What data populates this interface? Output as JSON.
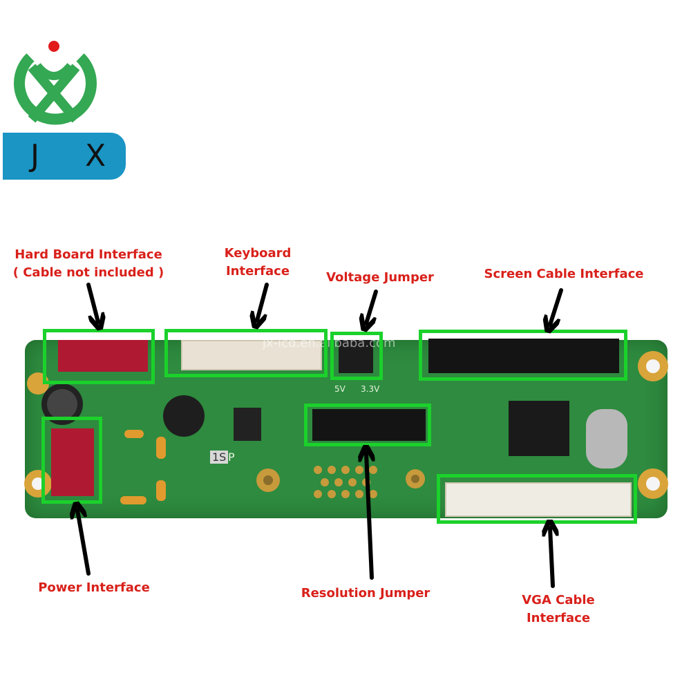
{
  "logo": {
    "text": "J X",
    "colors": {
      "ring": "#34a853",
      "dot": "#e11a1a",
      "bar": "#1a95c4"
    }
  },
  "watermark": "jx-lcd.en.alibaba.com",
  "board": {
    "silkscreen": {
      "v5": "5V",
      "v33": "3.3V",
      "chip_mark": "1S",
      "p_mark": "P"
    }
  },
  "callouts": {
    "hard_board": {
      "line1": "Hard Board Interface",
      "line2": "( Cable not included )"
    },
    "keyboard": {
      "line1": "Keyboard",
      "line2": "Interface"
    },
    "voltage": {
      "line1": "Voltage Jumper"
    },
    "screen": {
      "line1": "Screen Cable Interface"
    },
    "power": {
      "line1": "Power Interface"
    },
    "resolution": {
      "line1": "Resolution Jumper"
    },
    "vga": {
      "line1": "VGA Cable",
      "line2": "Interface"
    }
  },
  "colors": {
    "label": "#d9201a",
    "box": "#1bd12b",
    "board": "#2e8b3f"
  }
}
